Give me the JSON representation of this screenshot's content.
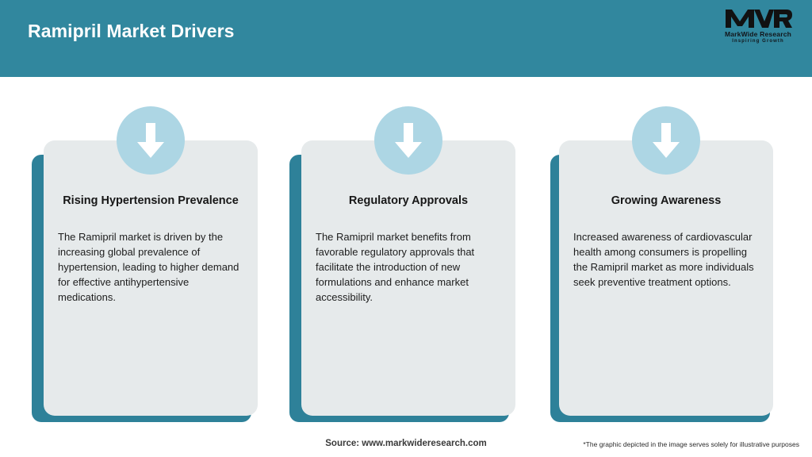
{
  "header": {
    "title": "Ramipril Market Drivers",
    "bar_color": "#31879E",
    "title_color": "#FFFFFF"
  },
  "logo": {
    "mark": "MWR",
    "name": "MarkWide Research",
    "tagline": "Inspiring Growth"
  },
  "theme": {
    "teal": "#2E8199",
    "card_bg": "#E6EAEB",
    "icon_circle": "#ADD6E4",
    "arrow": "#FFFFFF",
    "page_bg": "#FFFFFF"
  },
  "cards": [
    {
      "icon": "arrow-down-icon",
      "title": "Rising Hypertension Prevalence",
      "body": "The Ramipril market is driven by the increasing global prevalence of hypertension, leading to higher demand for effective antihypertensive medications."
    },
    {
      "icon": "arrow-down-icon",
      "title": "Regulatory Approvals",
      "body": "The Ramipril market benefits from favorable regulatory approvals that facilitate the introduction of new formulations and enhance market accessibility."
    },
    {
      "icon": "arrow-down-icon",
      "title": "Growing Awareness",
      "body": "Increased awareness of cardiovascular health among consumers is propelling the Ramipril market as more individuals seek preventive treatment options."
    }
  ],
  "footer": {
    "source": "Source: www.markwideresearch.com",
    "disclaimer": "*The graphic depicted in the image serves solely for illustrative purposes"
  }
}
